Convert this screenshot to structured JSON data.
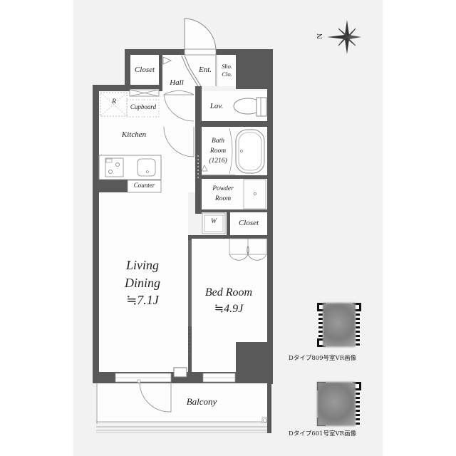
{
  "floorplan": {
    "rooms": {
      "closet_top": "Closet",
      "hall": "Hall",
      "entrance": "Ent.",
      "shoe_closet_line1": "Sho.",
      "shoe_closet_line2": "Clo.",
      "refrigerator": "R",
      "cupboard": "Cupboard",
      "lavatory": "Lav.",
      "kitchen": "Kitchen",
      "bath_line1": "Bath",
      "bath_line2": "Room",
      "bath_line3": "(1216)",
      "counter": "Counter",
      "powder_line1": "Powder",
      "powder_line2": "Room",
      "washer": "W",
      "closet_bed": "Closet",
      "living_line1": "Living",
      "living_line2": "Dining",
      "living_area": "≒7.1J",
      "bedroom": "Bed Room",
      "bedroom_area": "≒4.9J",
      "balcony": "Balcony"
    },
    "compass": {
      "north_label": "N"
    },
    "colors": {
      "wall": "#595959",
      "sheet": "#f2f2f2",
      "room": "#fdfdfd"
    }
  },
  "qr_codes": [
    {
      "caption": "Dタイプ809号室VR画像"
    },
    {
      "caption": "Dタイプ601号室VR画像"
    }
  ]
}
